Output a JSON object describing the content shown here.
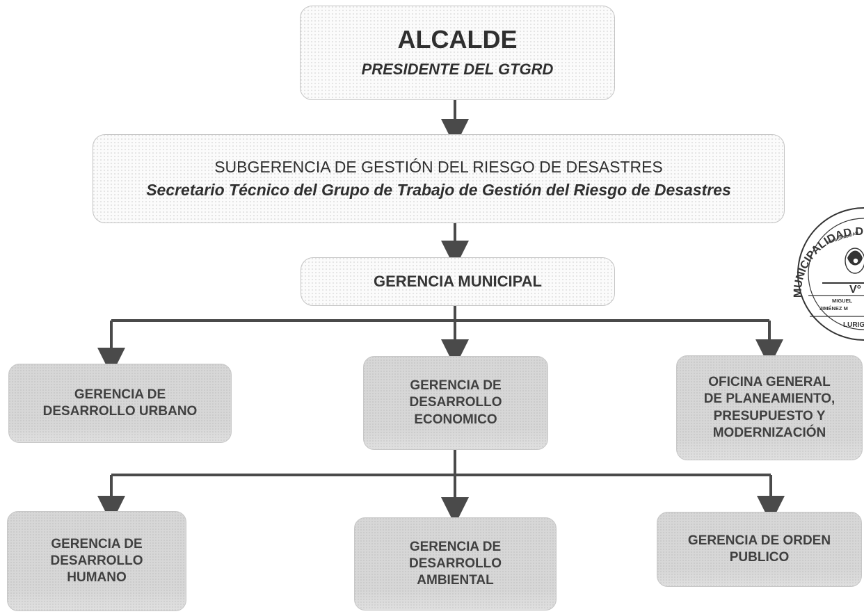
{
  "chart": {
    "alcalde": {
      "title": "ALCALDE",
      "subtitle": "PRESIDENTE DEL GTGRD"
    },
    "subgerencia": {
      "title": "SUBGERENCIA DE GESTIÓN DEL RIESGO DE DESASTRES",
      "subtitle": "Secretario Técnico del Grupo de Trabajo de Gestión del Riesgo de Desastres"
    },
    "gerencia_municipal": {
      "title": "GERENCIA MUNICIPAL"
    },
    "level_3": [
      {
        "lines": [
          "GERENCIA DE",
          "DESARROLLO URBANO"
        ]
      },
      {
        "lines": [
          "GERENCIA DE",
          "DESARROLLO",
          "ECONOMICO"
        ]
      },
      {
        "lines": [
          "OFICINA GENERAL",
          "DE PLANEAMIENTO,",
          "PRESUPUESTO Y",
          "MODERNIZACIÓN"
        ]
      }
    ],
    "level_4": [
      {
        "lines": [
          "GERENCIA DE",
          "DESARROLLO",
          "HUMANO"
        ]
      },
      {
        "lines": [
          "GERENCIA DE",
          "DESARROLLO",
          "AMBIENTAL"
        ]
      },
      {
        "lines": [
          "GERENCIA DE ORDEN",
          "PUBLICO"
        ]
      }
    ]
  },
  "stamp": {
    "top_text": "MUNICIPALIDAD DE",
    "small_text": "MUNICIPALIDAD",
    "vb_text": "V°",
    "name_line_1": "MIGUEL",
    "name_line_2": "JIMÉNEZ M",
    "name_line_3": "LURIG"
  },
  "colors": {
    "line_color": "#4a4a4a",
    "light_box": "#fbfbfb",
    "gray_box": "#d7d7d7",
    "text_dark": "#2f2f2f",
    "stamp_ink": "#343434"
  }
}
